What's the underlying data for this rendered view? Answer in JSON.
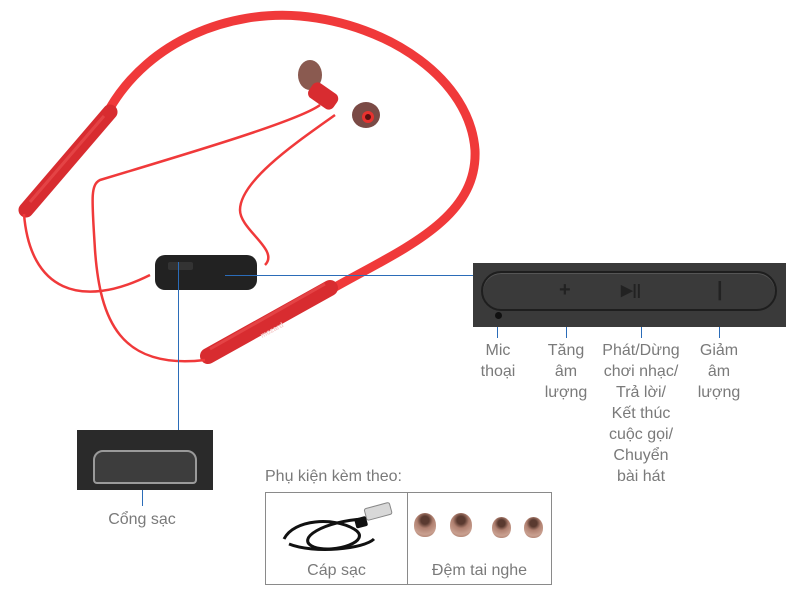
{
  "product": {
    "name": "Bluetooth neckband earphones",
    "color": "#e8322f",
    "brand_mark": "mozard"
  },
  "button_panel": {
    "buttons": [
      {
        "name": "volume-up",
        "glyph": "+"
      },
      {
        "name": "play-pause",
        "glyph": "▶||"
      },
      {
        "name": "volume-down",
        "glyph": "|"
      }
    ]
  },
  "callouts": {
    "mic": "Mic\nthoại",
    "volume_up": "Tăng\nâm\nlượng",
    "play_pause": "Phát/Dừng\nchơi nhạc/\nTrả lời/\nKết thúc\ncuộc gọi/\nChuyển\nbài hát",
    "volume_down": "Giảm\nâm\nlượng",
    "charging_port": "Cổng sạc"
  },
  "accessories": {
    "title": "Phụ kiện kèm theo:",
    "items": [
      {
        "label": "Cáp sạc"
      },
      {
        "label": "Đệm tai nghe"
      }
    ]
  },
  "colors": {
    "leader_line": "#2b6cb8",
    "label_text": "#7a7a7a",
    "panel_bg": "#3a3a3a",
    "cable_red": "#f0393a"
  }
}
